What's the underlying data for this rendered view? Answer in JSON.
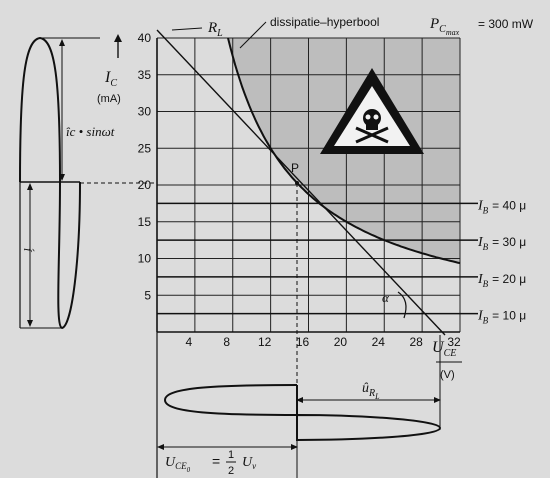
{
  "chart": {
    "x_axis": {
      "ticks": [
        "4",
        "8",
        "12",
        "16",
        "20",
        "24",
        "28",
        "32"
      ],
      "label": "U",
      "label_sub": "CE",
      "unit": "(V)"
    },
    "y_axis": {
      "ticks": [
        "5",
        "10",
        "15",
        "20",
        "25",
        "30",
        "35",
        "40"
      ],
      "label": "I",
      "label_sub": "C",
      "unit": "(mA)"
    }
  },
  "labels": {
    "rl": "R",
    "rl_sub": "L",
    "hyperbola": "dissipatie–hyperbool",
    "pcmax_main": "P",
    "pcmax_sub": "C",
    "pcmax_subsub": "max",
    "pcmax_value": "= 300 mW",
    "point": "P",
    "alpha": "α",
    "ic_amplitude": "îc • sinωt",
    "i0": "í́",
    "ur_hat": "û",
    "ur_sub": "R",
    "ur_subsub": "L",
    "uce0_main": "U",
    "uce0_sub": "CE",
    "uce0_subsub": "0",
    "uce0_eq": "=",
    "uce0_num": "1",
    "uce0_den": "2",
    "uce0_uv": "U",
    "uce0_uv_sub": "v"
  },
  "ib_curves": [
    {
      "label": "I",
      "sub": "B",
      "value": "= 40 μ",
      "current_mA": 17.5
    },
    {
      "label": "I",
      "sub": "B",
      "value": "= 30 μ",
      "current_mA": 12.5
    },
    {
      "label": "I",
      "sub": "B",
      "value": "= 20 μ",
      "current_mA": 7.5
    },
    {
      "label": "I",
      "sub": "B",
      "value": "= 10 μ",
      "current_mA": 2.5
    }
  ],
  "warning_sign": {
    "icon": "skull-crossbones-icon",
    "color": "#111111"
  }
}
